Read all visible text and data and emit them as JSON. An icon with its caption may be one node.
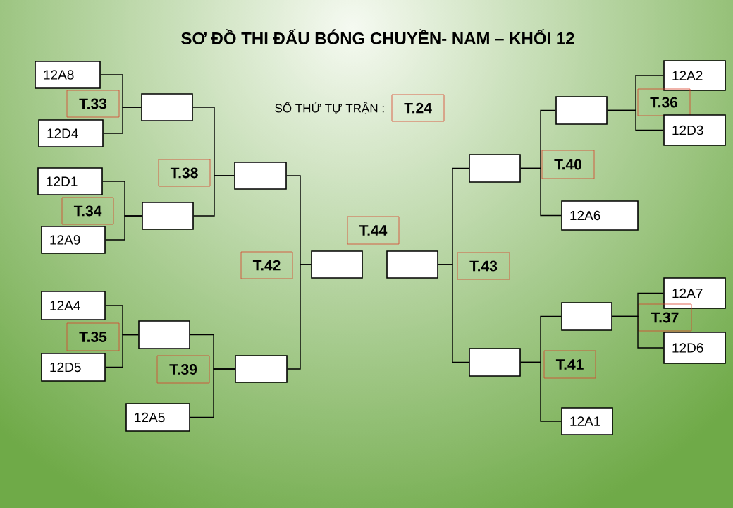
{
  "diagram": {
    "title": "SƠ ĐỒ THI ĐẤU BÓNG CHUYỀN- NAM – KHỐI 12",
    "nodes": [
      {
        "text": [
          "12A8"
        ]
      },
      {
        "text": [
          "T.33"
        ]
      },
      {
        "text": [
          "12D4"
        ]
      },
      {
        "text": [],
        "shape": "box"
      },
      {
        "text": [
          "12D1"
        ]
      },
      {
        "text": [
          "T.34"
        ]
      },
      {
        "text": [
          "12A9"
        ]
      },
      {
        "text": [],
        "shape": "box"
      },
      {
        "text": [
          "T.38"
        ]
      },
      {
        "text": [],
        "shape": "box"
      },
      {
        "text": [
          "12A4"
        ]
      },
      {
        "text": [
          "T.35"
        ]
      },
      {
        "text": [
          "12D5"
        ]
      },
      {
        "text": [],
        "shape": "box"
      },
      {
        "text": [
          "T.39"
        ]
      },
      {
        "text": [],
        "shape": "box"
      },
      {
        "text": [
          "12A5"
        ]
      },
      {
        "text": [
          "T.42"
        ]
      },
      {
        "text": [],
        "shape": "box"
      },
      {
        "text": [
          "T.44"
        ]
      },
      {
        "text": [
          "T.24"
        ],
        "beside": [
          "SỐ THỨ TỰ TRẬN :"
        ]
      },
      {
        "text": [],
        "shape": "box"
      },
      {
        "text": [
          "T.43"
        ]
      },
      {
        "text": [],
        "shape": "box"
      },
      {
        "text": [
          "T.40"
        ]
      },
      {
        "text": [],
        "shape": "box"
      },
      {
        "text": [
          "12A2"
        ]
      },
      {
        "text": [
          "T.36"
        ]
      },
      {
        "text": [
          "12D3"
        ]
      },
      {
        "text": [
          "12A6"
        ]
      },
      {
        "text": [],
        "shape": "box"
      },
      {
        "text": [
          "T.41"
        ]
      },
      {
        "text": [],
        "shape": "box"
      },
      {
        "text": [
          "12A7"
        ]
      },
      {
        "text": [
          "T.37"
        ]
      },
      {
        "text": [
          "12D6"
        ]
      },
      {
        "text": [
          "12A1"
        ]
      }
    ],
    "edges": [
      {
        "from": 0,
        "to": 3,
        "arrow": "none"
      },
      {
        "from": 2,
        "to": 3,
        "arrow": "none"
      },
      {
        "from": 4,
        "to": 7,
        "arrow": "none"
      },
      {
        "from": 6,
        "to": 7,
        "arrow": "none"
      },
      {
        "from": 3,
        "to": 9,
        "arrow": "none"
      },
      {
        "from": 7,
        "to": 9,
        "arrow": "none"
      },
      {
        "from": 10,
        "to": 13,
        "arrow": "none"
      },
      {
        "from": 12,
        "to": 13,
        "arrow": "none"
      },
      {
        "from": 13,
        "to": 15,
        "arrow": "none"
      },
      {
        "from": 16,
        "to": 15,
        "arrow": "none"
      },
      {
        "from": 9,
        "to": 18,
        "arrow": "none"
      },
      {
        "from": 15,
        "to": 18,
        "arrow": "none"
      },
      {
        "from": 26,
        "to": 25,
        "arrow": "none"
      },
      {
        "from": 28,
        "to": 25,
        "arrow": "none"
      },
      {
        "from": 25,
        "to": 23,
        "arrow": "none"
      },
      {
        "from": 29,
        "to": 23,
        "arrow": "none"
      },
      {
        "from": 33,
        "to": 32,
        "arrow": "none"
      },
      {
        "from": 35,
        "to": 32,
        "arrow": "none"
      },
      {
        "from": 32,
        "to": 30,
        "arrow": "none"
      },
      {
        "from": 36,
        "to": 30,
        "arrow": "none"
      },
      {
        "from": 23,
        "to": 21,
        "arrow": "none"
      },
      {
        "from": 30,
        "to": 21,
        "arrow": "none"
      }
    ]
  }
}
